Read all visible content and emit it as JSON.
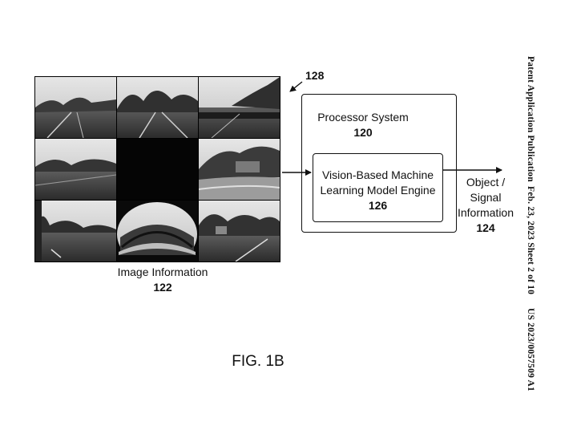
{
  "figure": {
    "title": "FIG. 1B"
  },
  "image_block": {
    "label": "Image Information",
    "number": "122"
  },
  "processor": {
    "label": "Processor System",
    "number": "120",
    "pointer_number": "128"
  },
  "engine": {
    "line1": "Vision-Based Machine",
    "line2": "Learning Model Engine",
    "number": "126"
  },
  "output": {
    "line1": "Object /",
    "line2": "Signal",
    "line3": "Information",
    "number": "124"
  },
  "header": {
    "publication": "Patent Application Publication",
    "date_sheet": "Feb. 23, 2023   Sheet 2 of 10",
    "pub_number": "US 2023/0057509 A1"
  }
}
